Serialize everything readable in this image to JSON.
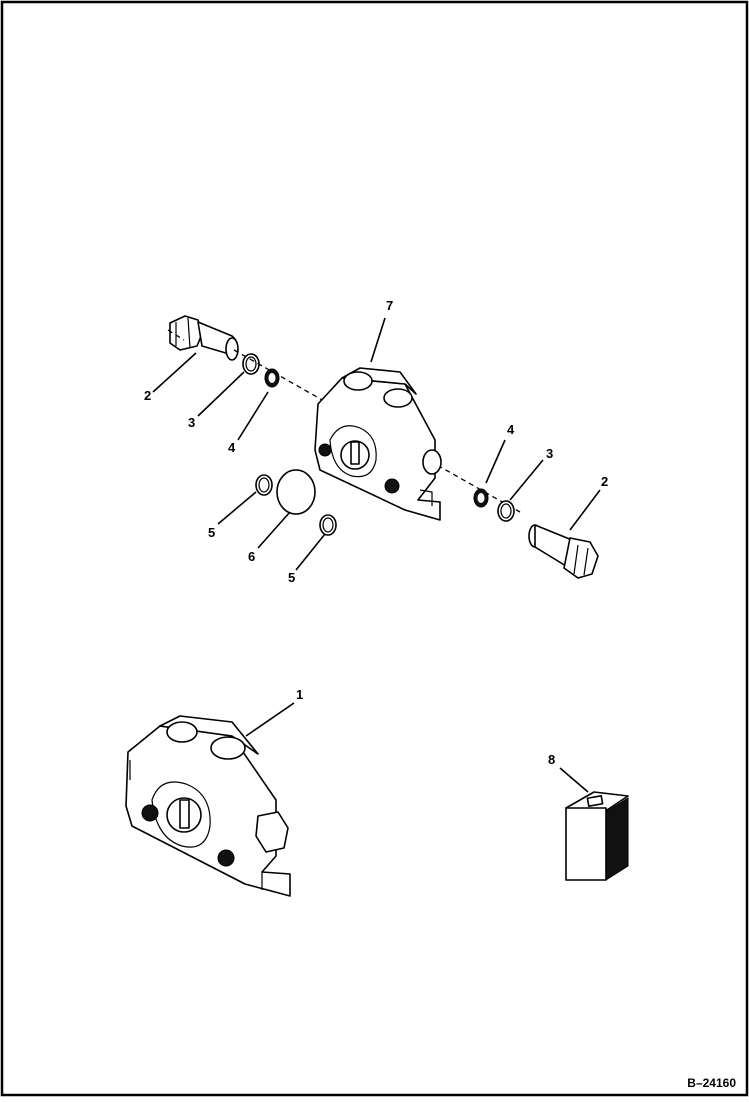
{
  "figure_id": "B–24160",
  "callouts": [
    "1",
    "2",
    "3",
    "4",
    "2",
    "3",
    "4",
    "5",
    "6",
    "5",
    "7",
    "8"
  ]
}
